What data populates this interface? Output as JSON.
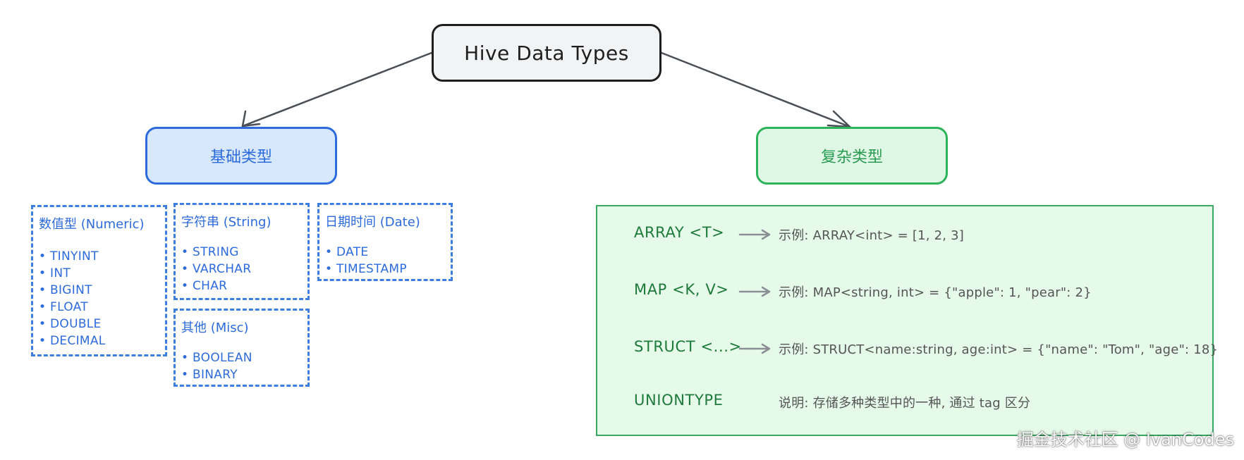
{
  "root": {
    "label": "Hive Data Types"
  },
  "basic": {
    "label": "基础类型",
    "groups": {
      "numeric": {
        "title": "数值型 (Numeric)",
        "items": [
          "TINYINT",
          "INT",
          "BIGINT",
          "FLOAT",
          "DOUBLE",
          "DECIMAL"
        ]
      },
      "string": {
        "title": "字符串 (String)",
        "items": [
          "STRING",
          "VARCHAR",
          "CHAR"
        ]
      },
      "date": {
        "title": "日期时间 (Date)",
        "items": [
          "DATE",
          "TIMESTAMP"
        ]
      },
      "misc": {
        "title": "其他 (Misc)",
        "items": [
          "BOOLEAN",
          "BINARY"
        ]
      }
    }
  },
  "complex": {
    "label": "复杂类型",
    "rows": [
      {
        "type": "ARRAY <T>",
        "example": "示例: ARRAY<int> = [1, 2, 3]"
      },
      {
        "type": "MAP <K, V>",
        "example": "示例: MAP<string, int> = {\"apple\": 1, \"pear\": 2}"
      },
      {
        "type": "STRUCT <...>",
        "example": "示例: STRUCT<name:string, age:int> = {\"name\": \"Tom\", \"age\": 18}"
      },
      {
        "type": "UNIONTYPE",
        "example": "说明: 存储多种类型中的一种, 通过 tag 区分"
      }
    ]
  },
  "watermark": "掘金技术社区 @ IvanCodes",
  "colors": {
    "stroke": "#1e1e1e",
    "basic_fill": "#d7e8fc",
    "basic_stroke": "#2d6bdc",
    "complex_fill": "#dff8e6",
    "complex_stroke": "#2db35a",
    "dashed_blue": "#3c7fe0",
    "arrow_gray": "#8a8f96"
  }
}
